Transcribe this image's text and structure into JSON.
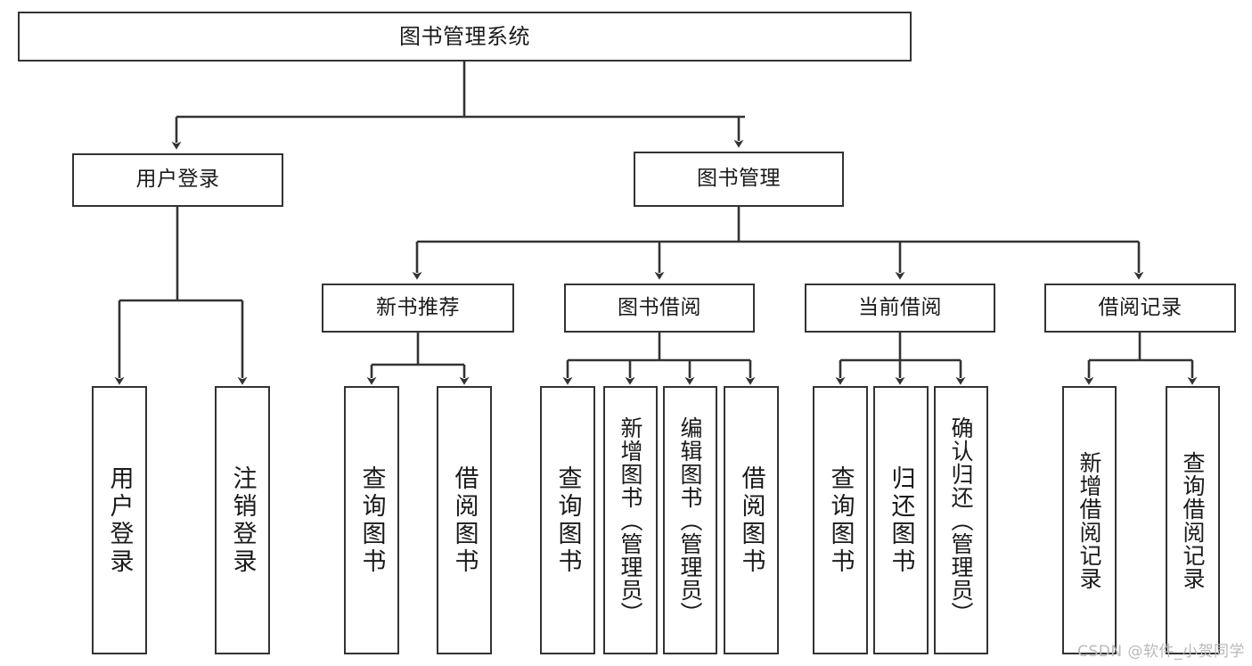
{
  "diagram": {
    "title": "图书管理系统",
    "type": "tree-hierarchy",
    "root": {
      "label": "图书管理系统"
    },
    "level1": [
      {
        "label": "用户登录"
      },
      {
        "label": "图书管理"
      }
    ],
    "level2": [
      {
        "label": "新书推荐"
      },
      {
        "label": "图书借阅"
      },
      {
        "label": "当前借阅"
      },
      {
        "label": "借阅记录"
      }
    ],
    "leaves": {
      "user_login": [
        {
          "label": "用户登录"
        },
        {
          "label": "注销登录"
        }
      ],
      "new_book_recommend": [
        {
          "label": "查询图书"
        },
        {
          "label": "借阅图书"
        }
      ],
      "book_borrow": [
        {
          "label": "查询图书"
        },
        {
          "label": "新增图书（管理员）"
        },
        {
          "label": "编辑图书（管理员）"
        },
        {
          "label": "借阅图书"
        }
      ],
      "current_borrow": [
        {
          "label": "查询图书"
        },
        {
          "label": "归还图书"
        },
        {
          "label": "确认归还（管理员）"
        }
      ],
      "borrow_record": [
        {
          "label": "新增借阅记录"
        },
        {
          "label": "查询借阅记录"
        }
      ]
    }
  },
  "watermark": {
    "text": "CSDN @软件_小贺同学"
  },
  "colors": {
    "border": "#333333",
    "background": "#ffffff",
    "text": "#1a1a1a",
    "edge": "#333333",
    "watermark": "#b9b9b9"
  }
}
